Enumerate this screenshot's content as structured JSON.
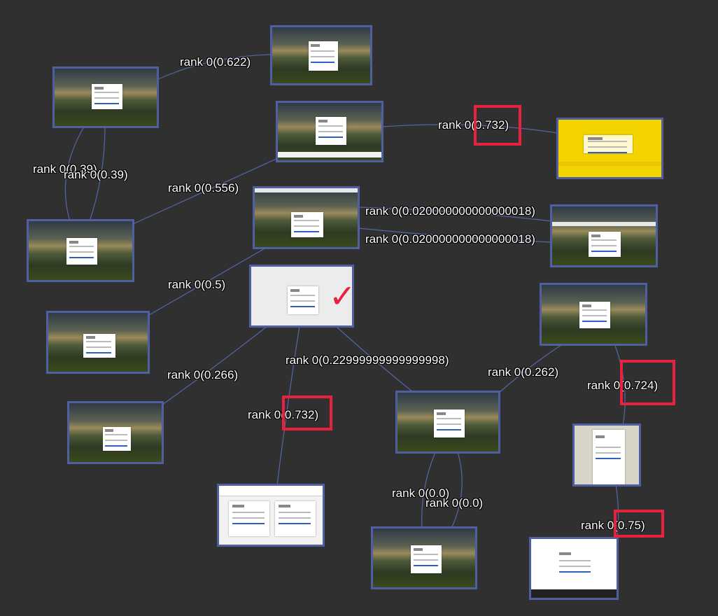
{
  "accent": "#4f5fa1",
  "highlight_color": "#e8213f",
  "edge_color": "#5566a8",
  "background": "#303030",
  "edge_labels": [
    {
      "id": "e1",
      "text": "rank 0(0.622)"
    },
    {
      "id": "e2",
      "text": "rank 0(0.732)"
    },
    {
      "id": "e3",
      "text": "rank 0(0.39)"
    },
    {
      "id": "e4",
      "text": "rank 0(0.39)"
    },
    {
      "id": "e5",
      "text": "rank 0(0.556)"
    },
    {
      "id": "e6",
      "text": "rank 0(0.020000000000000018)"
    },
    {
      "id": "e7",
      "text": "rank 0(0.020000000000000018)"
    },
    {
      "id": "e8",
      "text": "rank 0(0.5)"
    },
    {
      "id": "e9",
      "text": "rank 0(0.22999999999999998)"
    },
    {
      "id": "e10",
      "text": "rank 0(0.266)"
    },
    {
      "id": "e11",
      "text": "rank 0(0.262)"
    },
    {
      "id": "e12",
      "text": "rank 0(0.724)"
    },
    {
      "id": "e13",
      "text": "rank 0(0.732)"
    },
    {
      "id": "e14",
      "text": "rank 0(0.0)"
    },
    {
      "id": "e15",
      "text": "rank 0(0.0)"
    },
    {
      "id": "e16",
      "text": "rank 0(0.75)"
    }
  ],
  "selected_mark": "✓",
  "nodes": [
    {
      "id": "n1",
      "kind": "login-screenshot"
    },
    {
      "id": "n2",
      "kind": "login-screenshot"
    },
    {
      "id": "n3",
      "kind": "login-screenshot"
    },
    {
      "id": "n4",
      "kind": "dhl-phishing-page"
    },
    {
      "id": "n5",
      "kind": "login-screenshot"
    },
    {
      "id": "n6",
      "kind": "login-screenshot"
    },
    {
      "id": "n7",
      "kind": "login-screenshot"
    },
    {
      "id": "n8",
      "kind": "login-screenshot-grey"
    },
    {
      "id": "n9",
      "kind": "login-screenshot"
    },
    {
      "id": "n10",
      "kind": "login-screenshot"
    },
    {
      "id": "n11",
      "kind": "login-screenshot"
    },
    {
      "id": "n12",
      "kind": "login-screenshot"
    },
    {
      "id": "n13",
      "kind": "form-page"
    },
    {
      "id": "n14",
      "kind": "green-form-page"
    },
    {
      "id": "n15",
      "kind": "login-screenshot"
    },
    {
      "id": "n16",
      "kind": "purple-login-page"
    }
  ]
}
